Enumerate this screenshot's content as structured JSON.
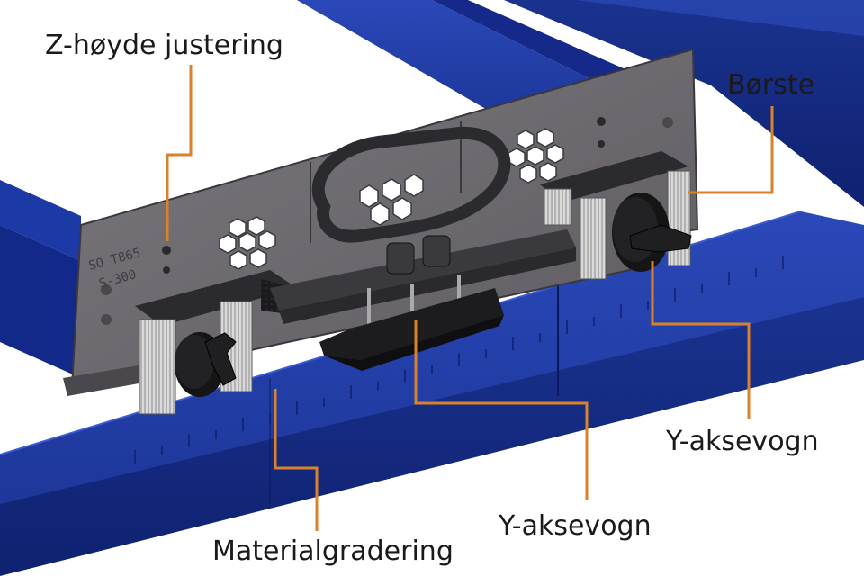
{
  "labels": {
    "z_height": "Z-høyde justering",
    "brush": "Børste",
    "y_carriage_right": "Y-aksevogn",
    "y_carriage_center": "Y-aksevogn",
    "material_scale": "Materialgradering"
  },
  "plate_engraving": [
    "SO T865",
    "S-300"
  ],
  "colors": {
    "frame_blue": "#1c3aa6",
    "frame_blue_dark": "#102475",
    "plate_gray": "#67646a",
    "bracket_dark": "#2b2a2e",
    "knob_black": "#151515",
    "leader_orange": "#d9822b",
    "label_text": "#1a1a1a"
  }
}
